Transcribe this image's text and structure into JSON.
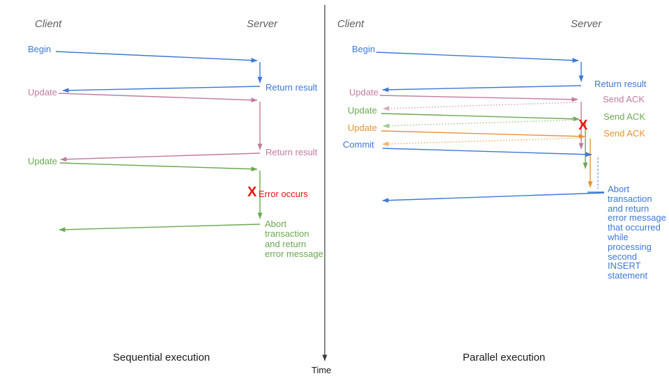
{
  "colors": {
    "blue": "#3c78d8",
    "pink": "#c27ba0",
    "green": "#6aa84f",
    "orange": "#e69138",
    "red": "#ee1111",
    "pink-l": "#d5a6bd",
    "green-l": "#a2cc8e",
    "orange-l": "#f6b26b",
    "blue-l": "#6d9eeb"
  },
  "axis": {
    "time_label": "Time"
  },
  "left": {
    "caption": "Sequential execution",
    "client_header": "Client",
    "server_header": "Server",
    "begin": "Begin",
    "return_result_1": "Return result",
    "update_1": "Update",
    "return_result_2": "Return result",
    "update_2": "Update",
    "error_mark": "X",
    "error_label": "Error occurs",
    "abort": "Abort\ntransaction\nand return\nerror message"
  },
  "right": {
    "caption": "Parallel execution",
    "client_header": "Client",
    "server_header": "Server",
    "begin": "Begin",
    "return_result": "Return result",
    "update_1": "Update",
    "ack_1": "Send ACK",
    "update_2": "Update",
    "ack_2": "Send ACK",
    "update_3": "Update",
    "ack_3": "Send ACK",
    "commit": "Commit",
    "error_mark": "X",
    "abort": "Abort\ntransaction\nand return\nerror message\nthat occurred\nwhile\nprocessing\nsecond\nINSERT\nstatement"
  }
}
